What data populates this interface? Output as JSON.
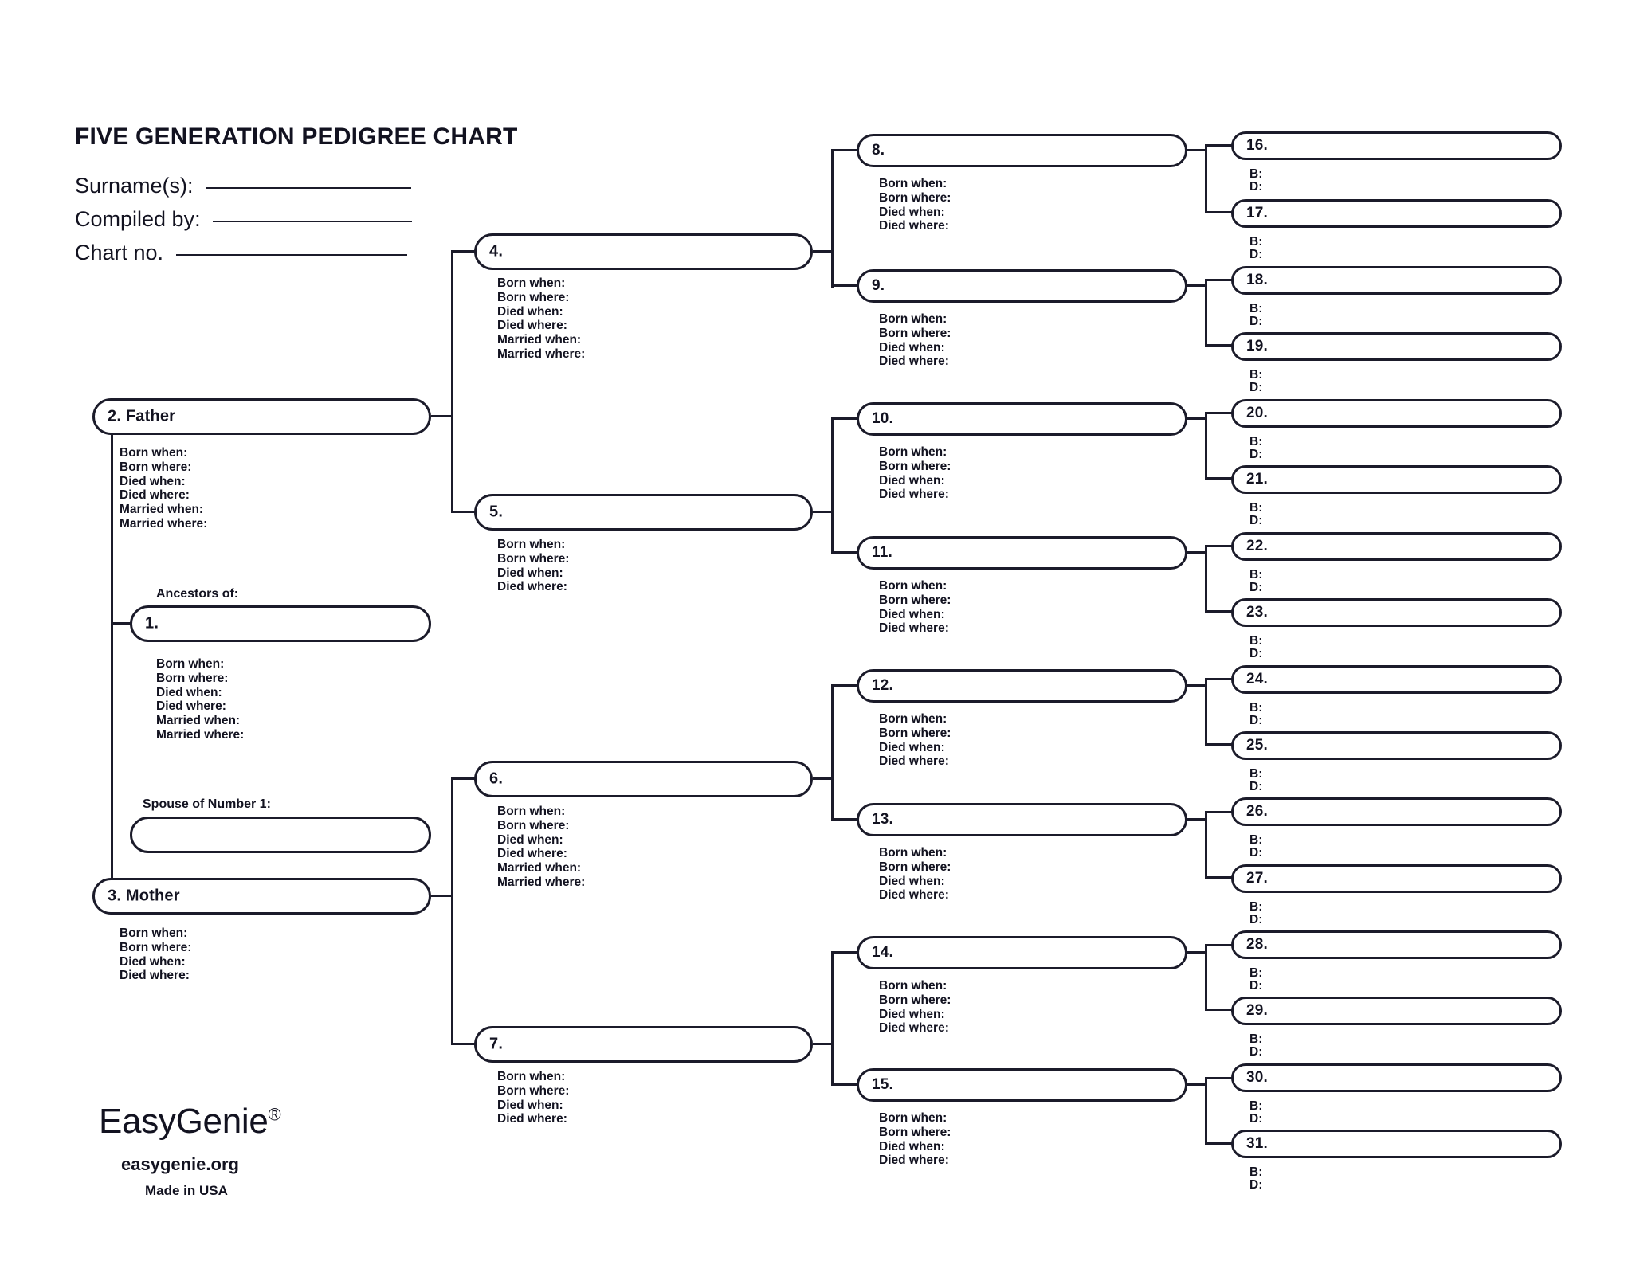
{
  "document": {
    "title": "FIVE GENERATION PEDIGREE CHART",
    "header_fields": [
      {
        "label": "Surname(s):",
        "value": "",
        "rule_width": 258
      },
      {
        "label": "Compiled by:",
        "value": "",
        "rule_width": 250
      },
      {
        "label": "Chart no.",
        "value": "",
        "rule_width": 290
      }
    ]
  },
  "labels": {
    "born_when": "Born when:",
    "born_where": "Born where:",
    "died_when": "Died when:",
    "died_where": "Died where:",
    "married_when": "Married when:",
    "married_where": "Married where:",
    "b_short": "B:",
    "d_short": "D:",
    "ancestors_of": "Ancestors of:",
    "spouse_of_number_1": "Spouse of Number 1:"
  },
  "boxes": {
    "p1": "1.",
    "spouse": "",
    "p2": "2. Father",
    "p3": "3. Mother",
    "p4": "4.",
    "p5": "5.",
    "p6": "6.",
    "p7": "7.",
    "p8": "8.",
    "p9": "9.",
    "p10": "10.",
    "p11": "11.",
    "p12": "12.",
    "p13": "13.",
    "p14": "14.",
    "p15": "15.",
    "p16": "16.",
    "p17": "17.",
    "p18": "18.",
    "p19": "19.",
    "p20": "20.",
    "p21": "21.",
    "p22": "22.",
    "p23": "23.",
    "p24": "24.",
    "p25": "25.",
    "p26": "26.",
    "p27": "27.",
    "p28": "28.",
    "p29": "29.",
    "p30": "30.",
    "p31": "31."
  },
  "logo": {
    "brand": "EasyGenie",
    "registered": "®",
    "url": "easygenie.org",
    "made": "Made in USA"
  },
  "colors": {
    "ink": "#1b1b2a",
    "paper": "#ffffff"
  }
}
